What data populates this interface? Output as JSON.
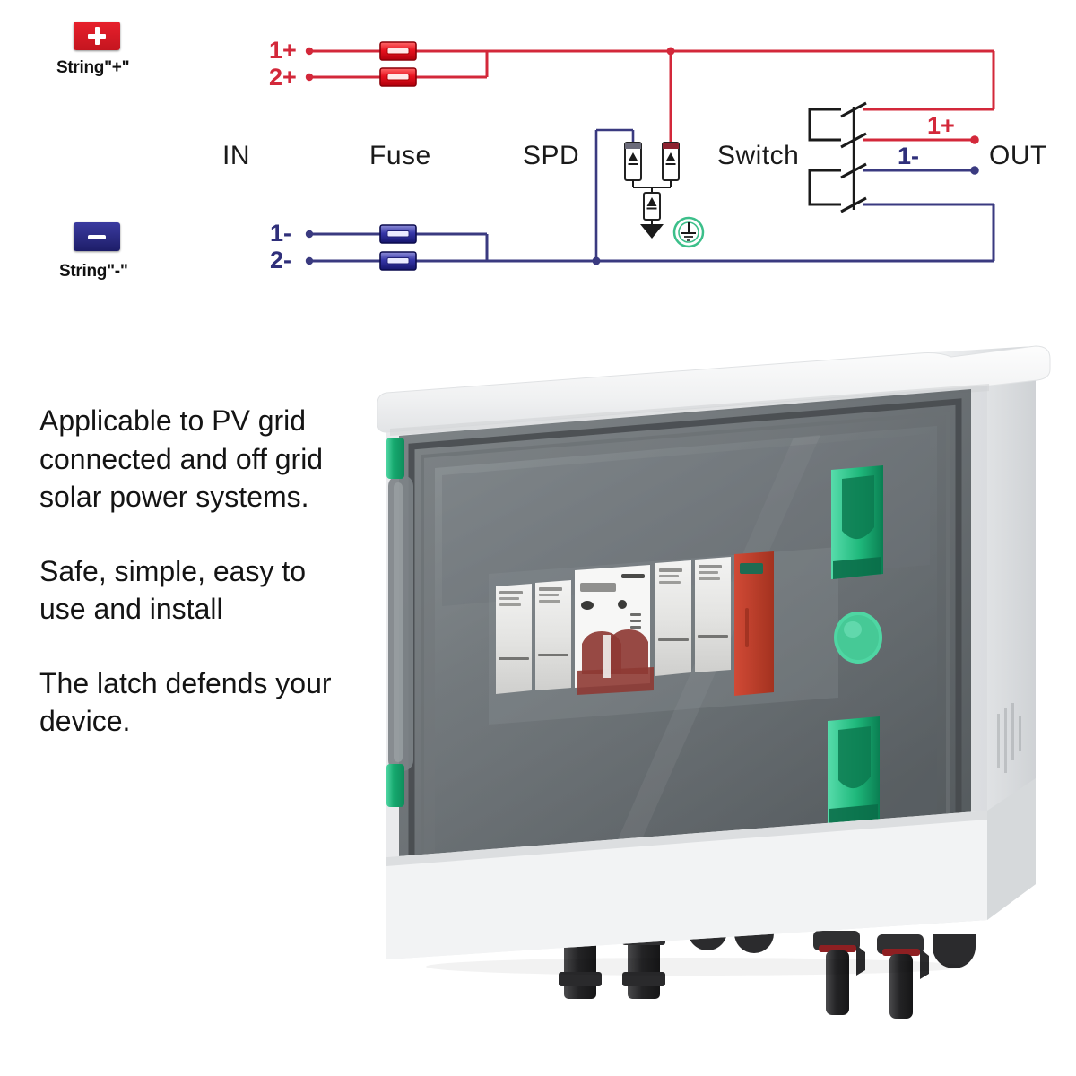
{
  "diagram": {
    "stage_labels": [
      {
        "name": "in",
        "text": "IN"
      },
      {
        "name": "fuse",
        "text": "Fuse"
      },
      {
        "name": "spd",
        "text": "SPD"
      },
      {
        "name": "switch",
        "text": "Switch"
      },
      {
        "name": "out",
        "text": "OUT"
      }
    ],
    "string_positive": {
      "icon": "plus-badge-icon",
      "caption": "String\"+\"",
      "color": "#d3283a"
    },
    "string_negative": {
      "icon": "minus-badge-icon",
      "caption": "String\"-\"",
      "color": "#2f2f7a"
    },
    "input_terminals": [
      {
        "name": "in-1-plus",
        "text": "1+",
        "polarity": "positive"
      },
      {
        "name": "in-2-plus",
        "text": "2+",
        "polarity": "positive"
      },
      {
        "name": "in-1-minus",
        "text": "1-",
        "polarity": "negative"
      },
      {
        "name": "in-2-minus",
        "text": "2-",
        "polarity": "negative"
      }
    ],
    "output_terminals": [
      {
        "name": "out-1-plus",
        "text": "1+",
        "polarity": "positive"
      },
      {
        "name": "out-1-minus",
        "text": "1-",
        "polarity": "negative"
      }
    ],
    "ground": {
      "icon": "earth-ground-icon",
      "color": "#3cbf8a"
    },
    "colors": {
      "positive_wire": "#d3283a",
      "negative_wire": "#3a3a80",
      "fuse_red": "#e8121f",
      "fuse_blue": "#2f2f9c",
      "switch_black": "#1a1a1a",
      "ground_green": "#3cbf8a"
    },
    "symbols": {
      "fuse": "fuse-symbol",
      "spd_varistor": "spd-arrester-symbol",
      "switch_pole": "switch-pole-symbol"
    }
  },
  "features": [
    "Applicable to PV grid connected and off grid solar power systems.",
    "Safe, simple, easy to use and install",
    "The latch defends your device."
  ],
  "product": {
    "name": "pv-combiner-box",
    "enclosure_color": "#f3f4f5",
    "door_color": "#5d6265",
    "latch_color": "#25b07a",
    "accent_red": "#c0392b",
    "parts": [
      {
        "name": "enclosure-lid",
        "label": "Lid"
      },
      {
        "name": "transparent-door",
        "label": "Transparent door"
      },
      {
        "name": "green-latch-top",
        "label": "Top latch"
      },
      {
        "name": "green-latch-bottom",
        "label": "Bottom latch"
      },
      {
        "name": "green-lock-button",
        "label": "Lock button"
      },
      {
        "name": "hinge-strip",
        "label": "Hinge"
      },
      {
        "name": "din-rail-breakers",
        "label": "DIN rail breakers"
      },
      {
        "name": "spd-module",
        "label": "SPD module"
      },
      {
        "name": "mc4-connectors",
        "label": "MC4 connectors"
      },
      {
        "name": "cable-glands",
        "label": "Cable glands"
      },
      {
        "name": "side-rating-label",
        "label": "Rating label"
      }
    ],
    "breaker_count": 5,
    "connector_count": 7
  }
}
